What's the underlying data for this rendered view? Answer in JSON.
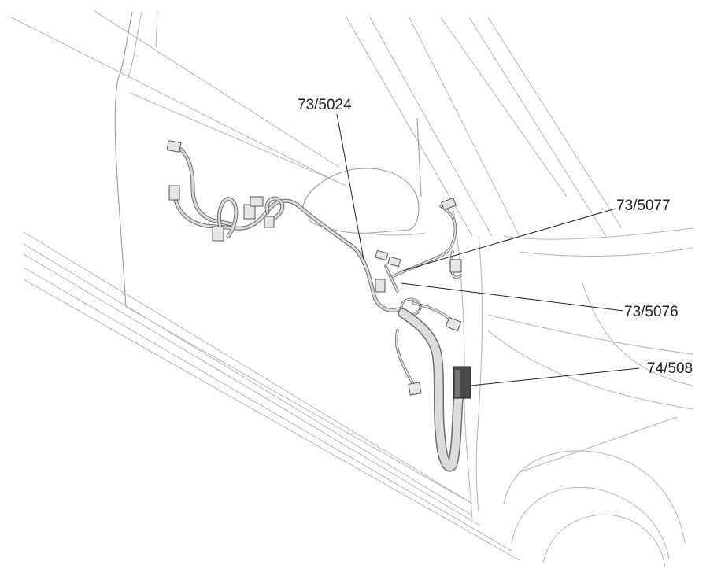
{
  "callouts": [
    {
      "id": "c1",
      "label": "73/5024"
    },
    {
      "id": "c2",
      "label": "73/5077"
    },
    {
      "id": "c3",
      "label": "73/5076"
    },
    {
      "id": "c4",
      "label": "74/508"
    }
  ]
}
